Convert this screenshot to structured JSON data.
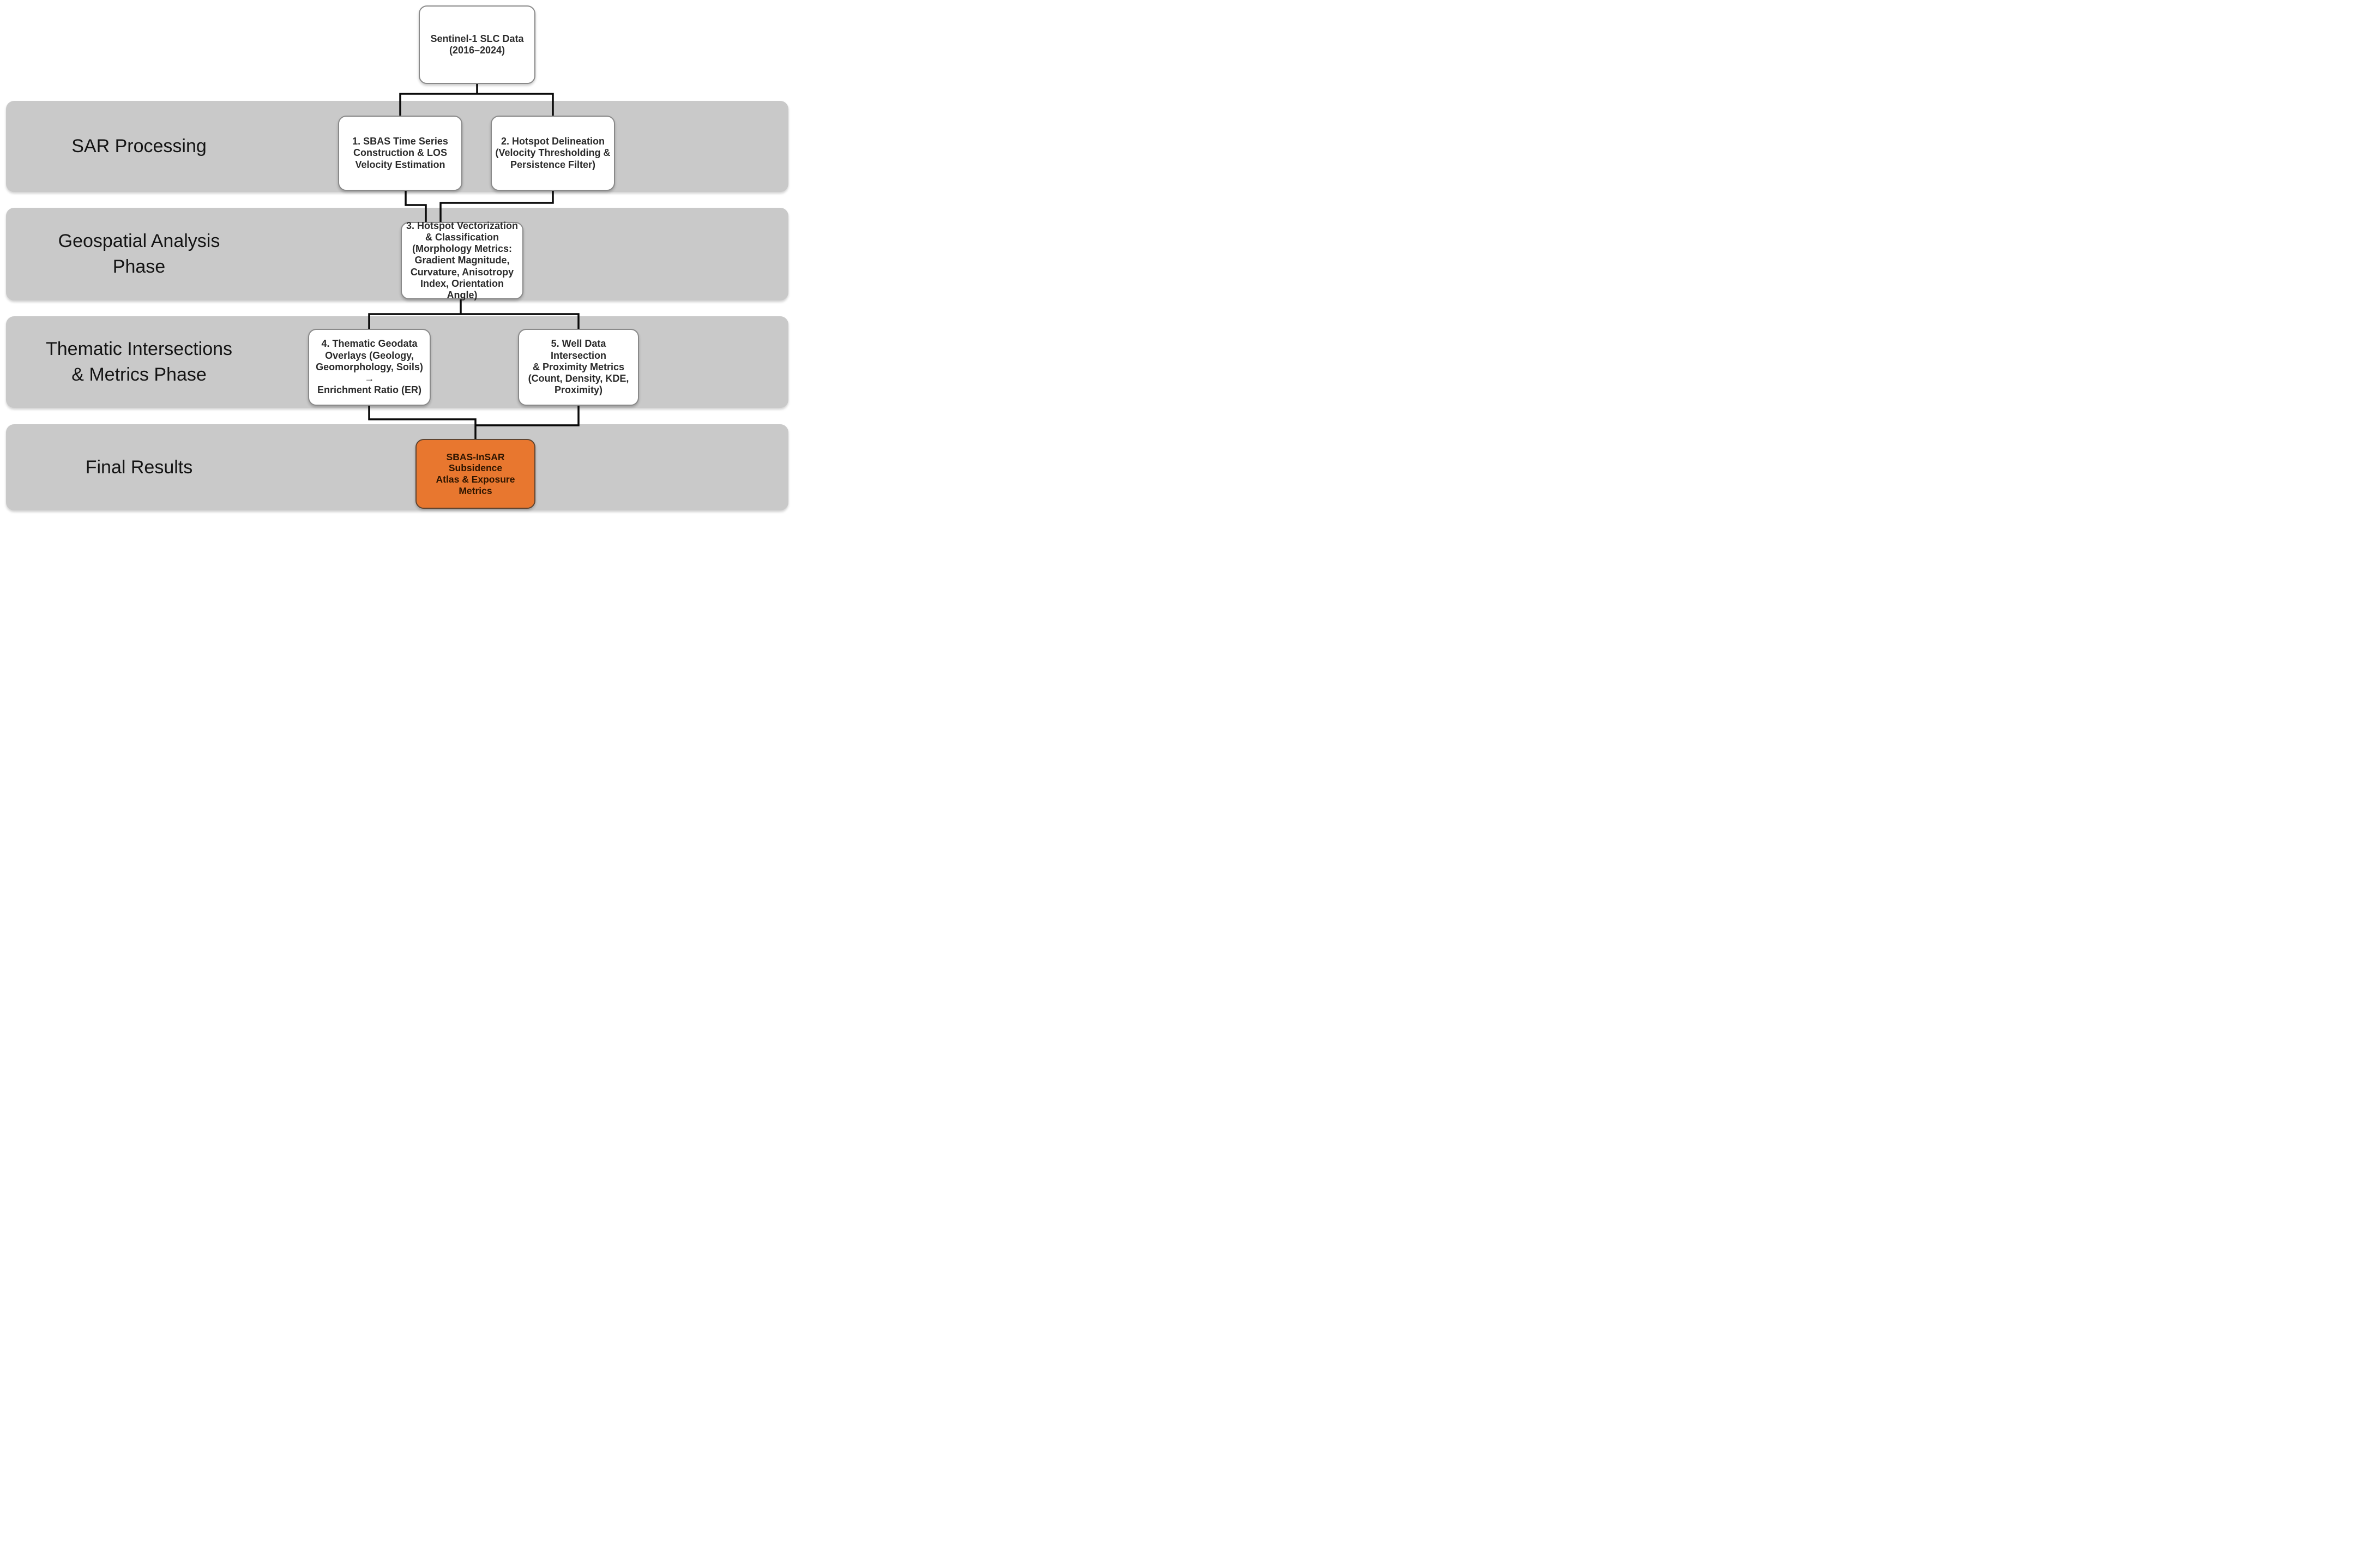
{
  "diagram": {
    "title_box": {
      "text": "Sentinel-1 SLC Data\n(2016–2024)"
    },
    "bands": [
      {
        "label": "SAR Processing",
        "boxes": [
          {
            "text": "1. SBAS Time Series\nConstruction & LOS\nVelocity Estimation"
          },
          {
            "text": "2. Hotspot Delineation\n(Velocity Thresholding &\nPersistence Filter)"
          }
        ]
      },
      {
        "label": "Geospatial Analysis\nPhase",
        "boxes": [
          {
            "text": "3. Hotspot Vectorization\n& Classification\n(Morphology Metrics:\nGradient Magnitude,\nCurvature, Anisotropy\nIndex, Orientation Angle)"
          }
        ]
      },
      {
        "label": "Thematic Intersections\n& Metrics Phase",
        "boxes": [
          {
            "text": "4. Thematic Geodata\nOverlays (Geology,\nGeomorphology, Soils) →\nEnrichment Ratio (ER)"
          },
          {
            "text": "5. Well Data Intersection\n& Proximity Metrics\n(Count, Density, KDE,\nProximity)"
          }
        ]
      },
      {
        "label": "Final Results",
        "boxes": [
          {
            "text": "SBAS-InSAR Subsidence\nAtlas & Exposure\nMetrics",
            "highlight": true
          }
        ]
      }
    ],
    "colors": {
      "band_fill": "#C9C9C9",
      "box_fill": "#FFFFFF",
      "box_border": "#8A8A8A",
      "box_text": "#2B2B2B",
      "label_text": "#141414",
      "connector": "#0A0A0A",
      "highlight_fill": "#E8772F",
      "highlight_text": "#2E1500",
      "highlight_border": "#5F4430"
    }
  }
}
